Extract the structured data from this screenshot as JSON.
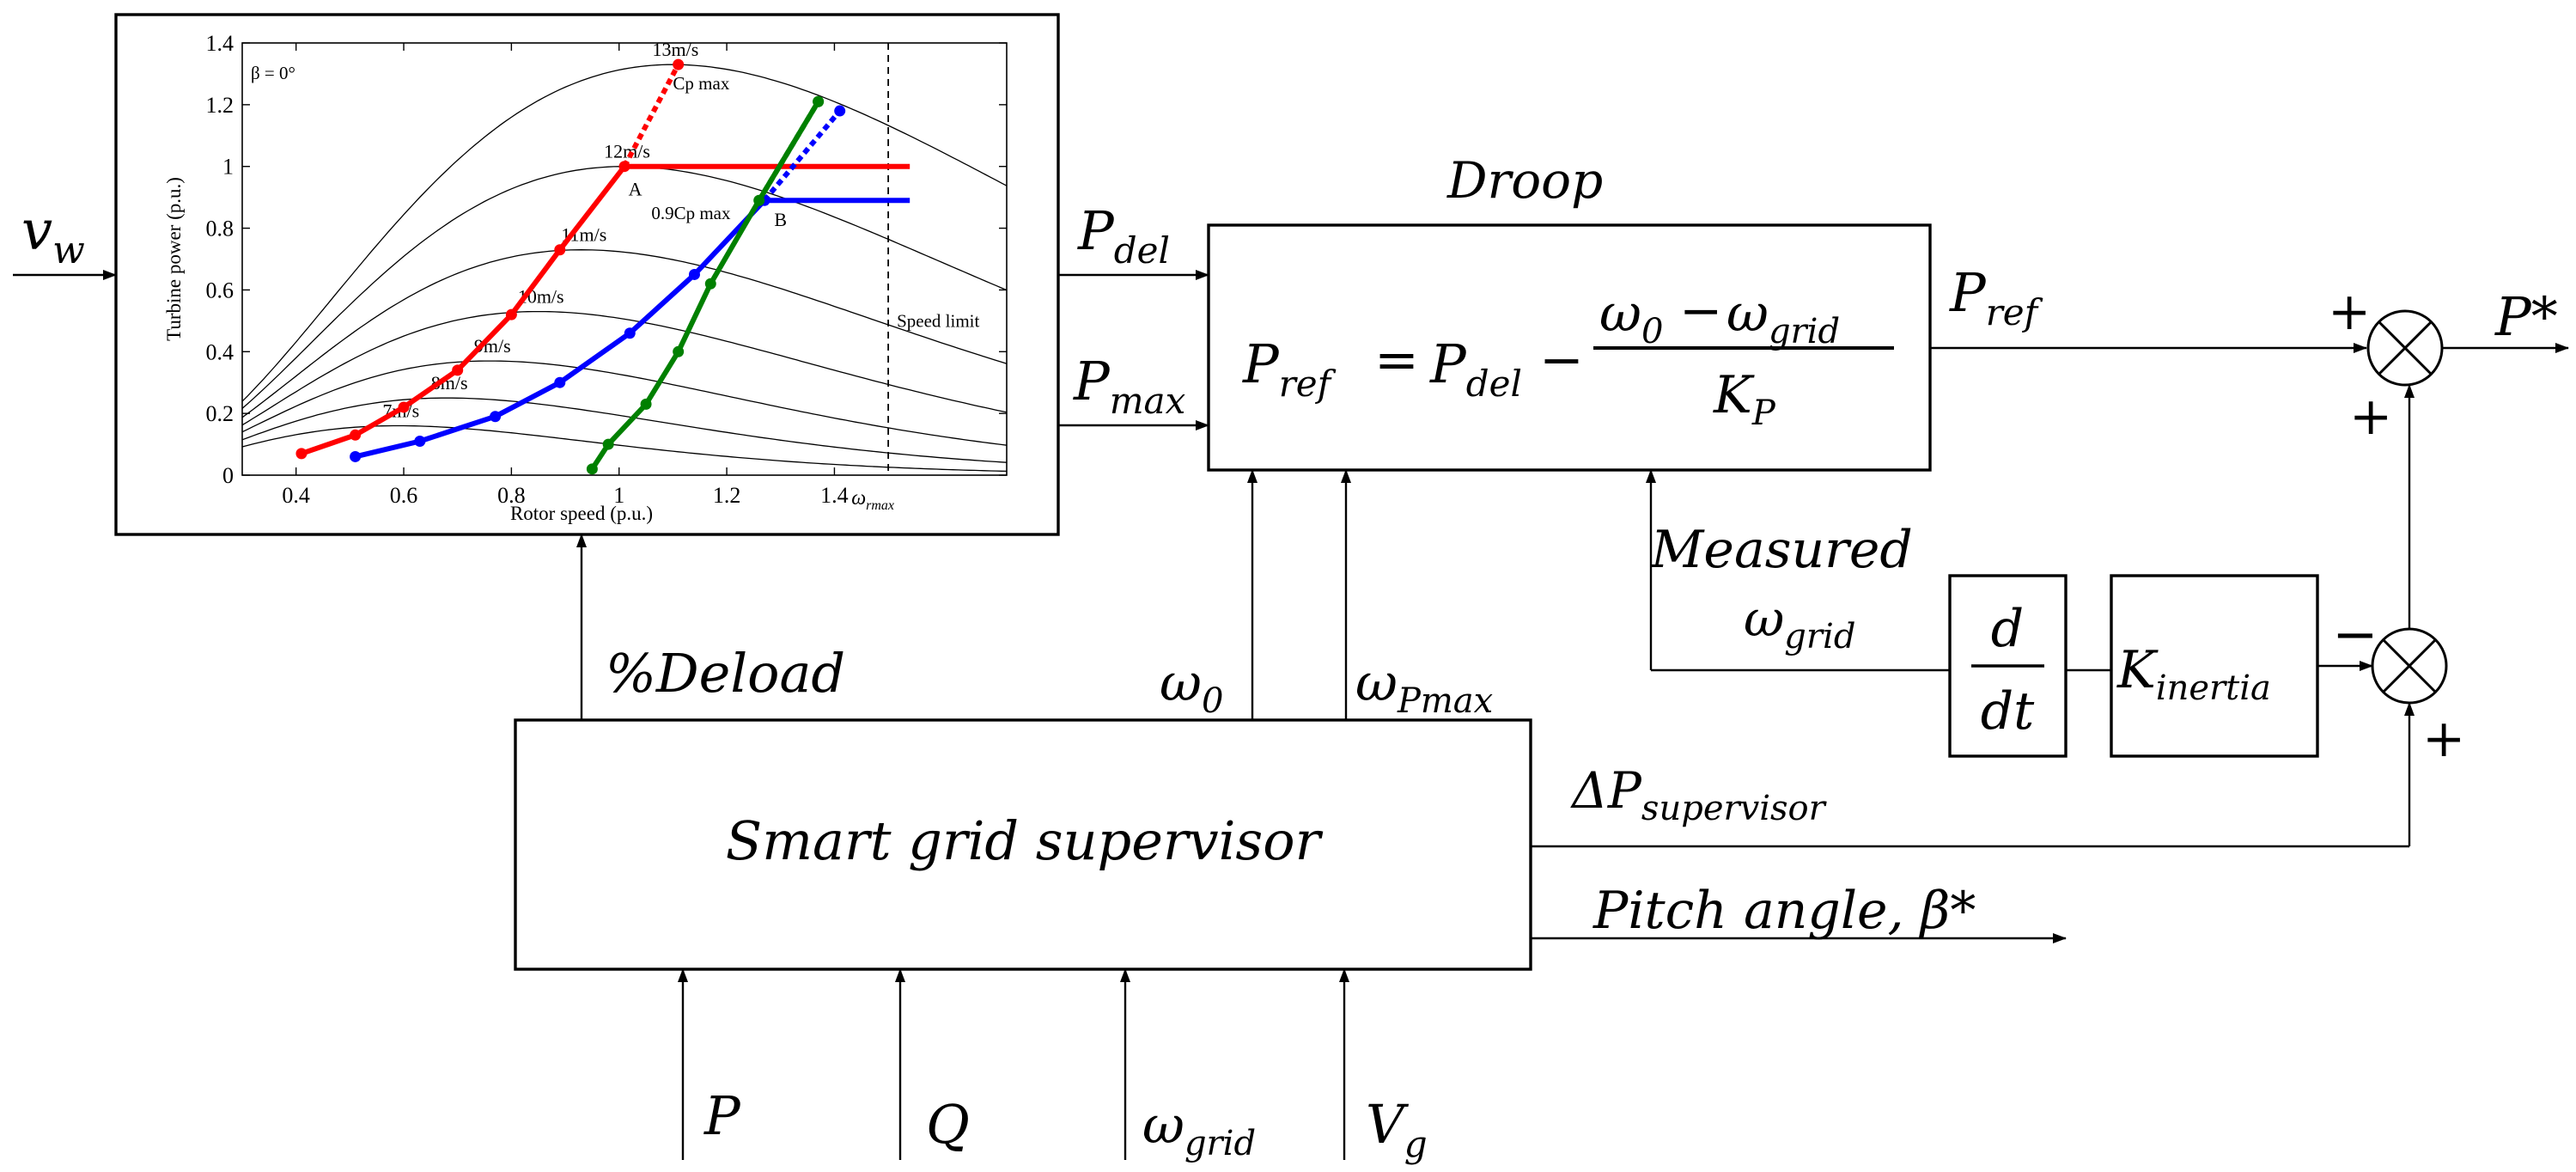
{
  "inputs": {
    "wind_speed": "v",
    "wind_speed_sub": "w",
    "P_del": "P",
    "P_del_sub": "del",
    "P_max": "P",
    "P_max_sub": "max",
    "deload": "%Deload",
    "omega0": "ω",
    "omega0_sub": "0",
    "omega_pmax": "ω",
    "omega_pmax_sub": "Pmax",
    "measured": "Measured",
    "omega_grid": "ω",
    "omega_grid_sub": "grid",
    "delta_p": "ΔP",
    "delta_p_sub": "supervisor",
    "pitch": "Pitch angle, β*",
    "bottom": {
      "p": "P",
      "q": "Q",
      "wgrid": "ω",
      "wgrid_sub": "grid",
      "vg": "V",
      "vg_sub": "g"
    }
  },
  "droop": {
    "title": "Droop",
    "lhs": "P",
    "lhs_sub": "ref",
    "eq": "=",
    "rhs_p": "P",
    "rhs_p_sub": "del",
    "minus": "−",
    "num_a": "ω",
    "num_a_sub": "0",
    "num_minus": "−",
    "num_b": "ω",
    "num_b_sub": "grid",
    "den": "K",
    "den_sub": "P"
  },
  "output": {
    "p_ref": "P",
    "p_ref_sub": "ref",
    "p_star": "P*"
  },
  "blocks": {
    "derivative_num": "d",
    "derivative_den": "dt",
    "k_inertia": "K",
    "k_inertia_sub": "inertia",
    "supervisor": "Smart grid supervisor"
  },
  "signs": {
    "sum1_top": "+",
    "sum1_bottom": "+",
    "sum2_left": "−",
    "sum2_bottom": "+"
  },
  "chart_data": {
    "type": "line",
    "xlabel": "Rotor speed (p.u.)",
    "ylabel": "Turbine power (p.u.)",
    "xlim": [
      0.3,
      1.72
    ],
    "ylim": [
      0,
      1.4
    ],
    "x_ticks": [
      "0.4",
      "0.6",
      "0.8",
      "1",
      "1.2",
      "1.4"
    ],
    "y_ticks": [
      "0",
      "0.2",
      "0.4",
      "0.6",
      "0.8",
      "1",
      "1.2",
      "1.4"
    ],
    "omega_rmax_label": "ω",
    "omega_rmax_sub": "rmax",
    "omega_rmax": 1.5,
    "speed_limit_label": "Speed limit",
    "beta_label": "β = 0°",
    "wind_curves": [
      {
        "name": "13m/s",
        "peak_x": 1.1,
        "peak_y": 1.33
      },
      {
        "name": "12m/s",
        "peak_x": 1.01,
        "peak_y": 1.0
      },
      {
        "name": "11m/s",
        "peak_x": 0.93,
        "peak_y": 0.73
      },
      {
        "name": "10m/s",
        "peak_x": 0.85,
        "peak_y": 0.53
      },
      {
        "name": "9m/s",
        "peak_x": 0.76,
        "peak_y": 0.37
      },
      {
        "name": "8m/s",
        "peak_x": 0.68,
        "peak_y": 0.25
      },
      {
        "name": "7m/s",
        "peak_x": 0.59,
        "peak_y": 0.16
      }
    ],
    "series": [
      {
        "name": "Cp max",
        "color": "#ff0000",
        "x": [
          0.41,
          0.51,
          0.6,
          0.7,
          0.8,
          0.89,
          1.01,
          1.54
        ],
        "y": [
          0.07,
          0.13,
          0.22,
          0.34,
          0.52,
          0.73,
          1.0,
          1.0
        ],
        "dashed_x": [
          1.01,
          1.11
        ],
        "dashed_y": [
          1.0,
          1.33
        ]
      },
      {
        "name": "0.9Cp max",
        "color": "#0000ff",
        "x": [
          0.51,
          0.63,
          0.77,
          0.89,
          1.02,
          1.14,
          1.27,
          1.54
        ],
        "y": [
          0.06,
          0.11,
          0.19,
          0.3,
          0.46,
          0.65,
          0.89,
          0.89
        ],
        "dashed_x": [
          1.27,
          1.41
        ],
        "dashed_y": [
          0.89,
          1.18
        ]
      },
      {
        "name": "",
        "color": "#008000",
        "x": [
          0.95,
          0.98,
          1.05,
          1.11,
          1.17,
          1.26,
          1.37
        ],
        "y": [
          0.02,
          0.1,
          0.23,
          0.4,
          0.62,
          0.89,
          1.21
        ],
        "dashed_x": [
          1.26,
          1.37
        ],
        "dashed_y": [
          0.89,
          1.21
        ]
      }
    ],
    "point_labels": [
      {
        "text": "A",
        "x": 1.03,
        "y": 0.94,
        "color": "#ff0000"
      },
      {
        "text": "B",
        "x": 1.3,
        "y": 0.84,
        "color": "#0000ff"
      }
    ]
  }
}
